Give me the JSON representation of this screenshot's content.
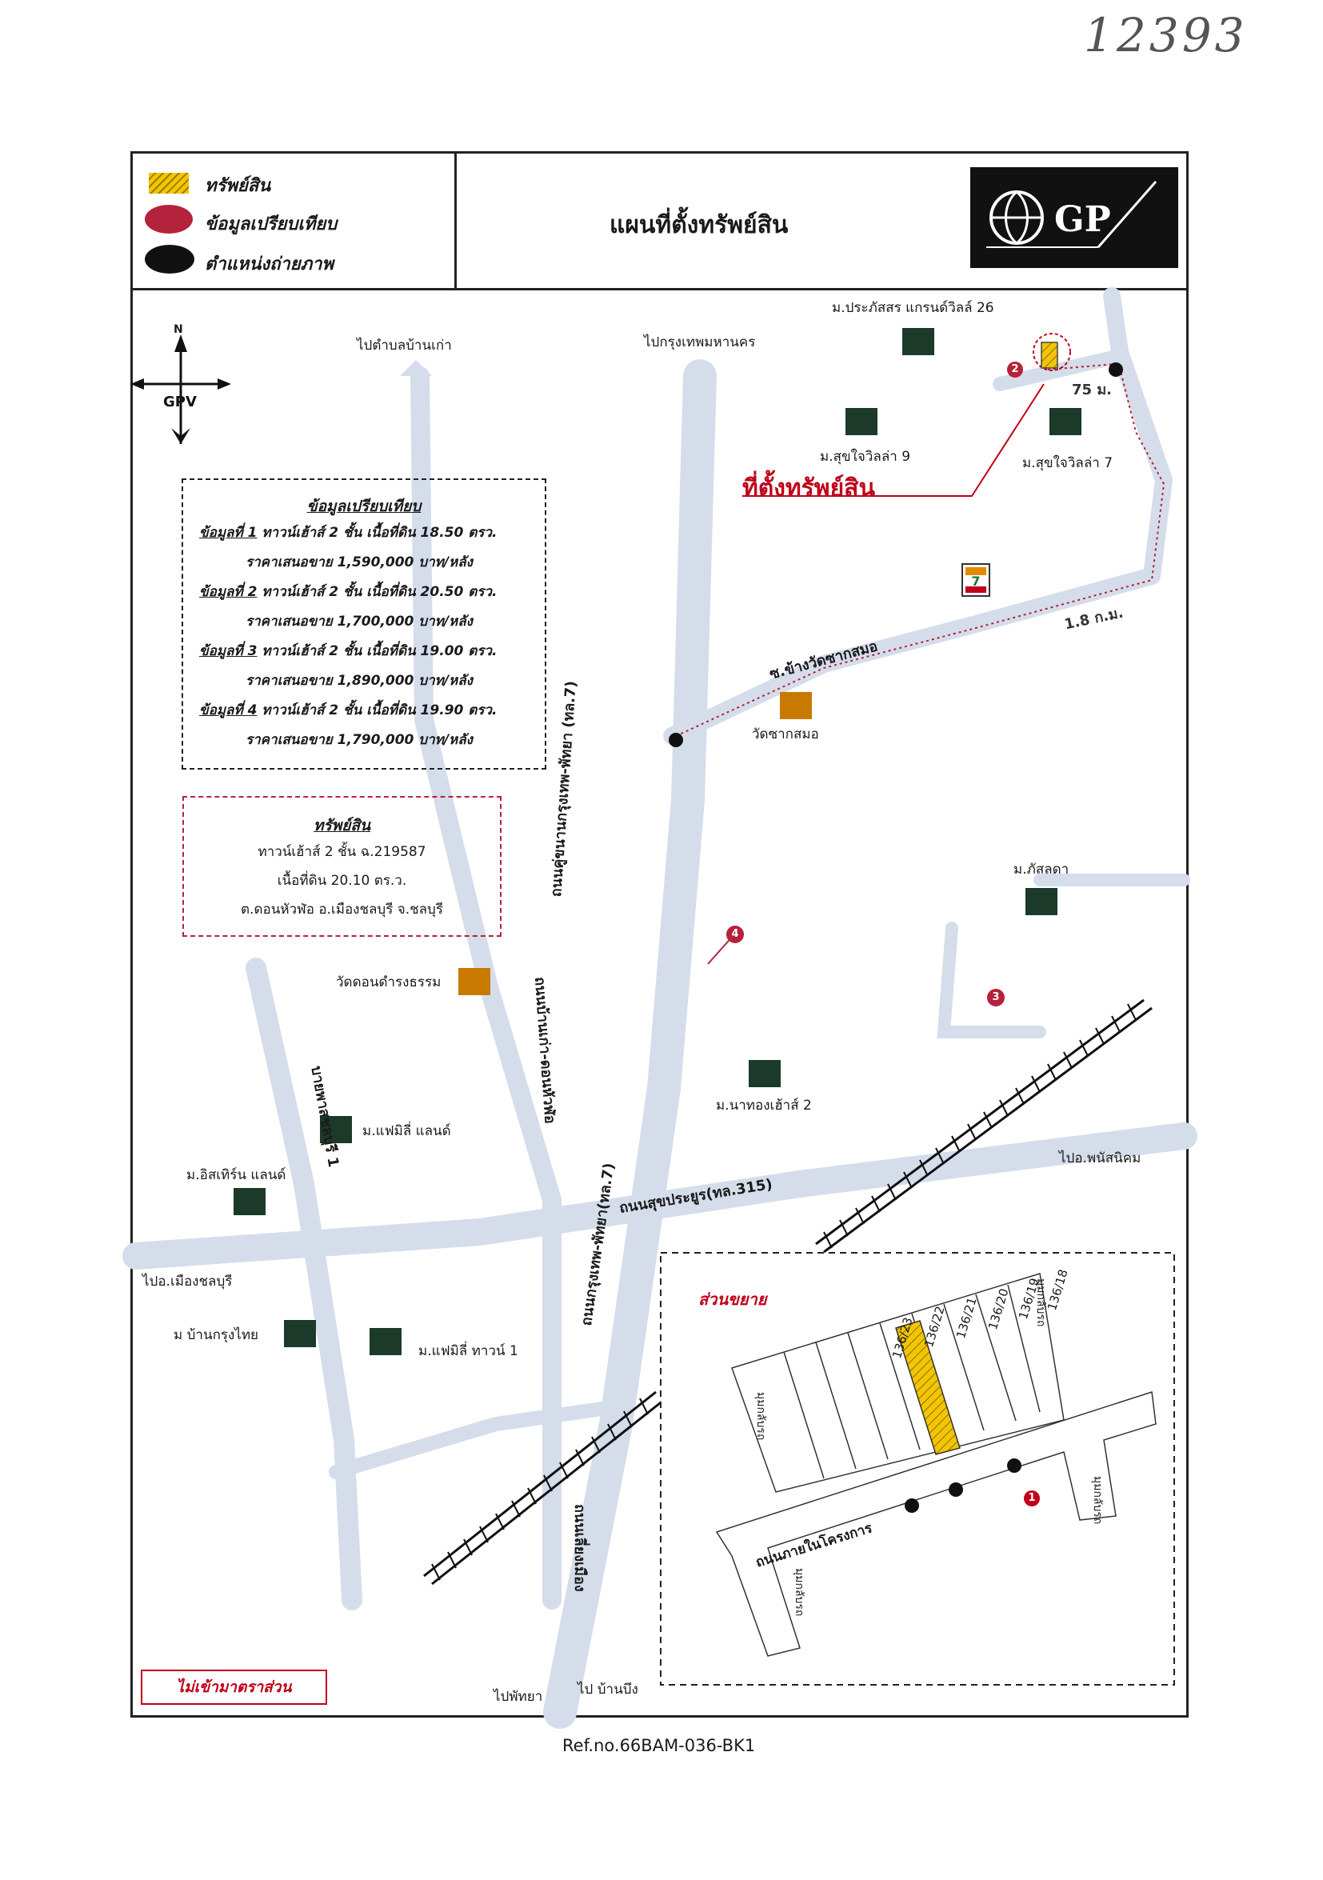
{
  "handwritten_number": "12393",
  "legend": {
    "property": "ทรัพย์สิน",
    "comparable": "ข้อมูลเปรียบเทียบ",
    "photo_position": "ตำแหน่งถ่ายภาพ"
  },
  "title": "แผนที่ตั้งทรัพย์สิน",
  "logo_text": "GP",
  "compass": {
    "north": "N",
    "brand": "GPV"
  },
  "places": {
    "to_tambon_ban_kao": "ไปตำบลบ้านเก่า",
    "to_bangkok": "ไปกรุงเทพมหานคร",
    "prapassorn": "ม.ประภัสสร แกรนด์วิลล์ 26",
    "sukjai9": "ม.สุขใจวิลล่า 9",
    "sukjai7": "ม.สุขใจวิลล่า 7",
    "property_location": "ที่ตั้งทรัพย์สิน",
    "dist_75": "75 ม.",
    "dist_18": "1.8 ก.ม.",
    "soi_wat": "ซ.ข้างวัดซากสมอ",
    "wat_sak_samo": "วัดซากสมอ",
    "bhassada": "ม.ภัสลดา",
    "wat_don": "วัดดอนดำรงธรรม",
    "na_thong": "ม.นาทองเฮ้าส์ 2",
    "family_land": "ม.แฟมิลี่ แลนด์",
    "eastern_land": "ม.อิสเทิร์น แลนด์",
    "to_phanat": "ไปอ.พนัสนิคม",
    "to_mueang": "ไปอ.เมืองชลบุรี",
    "ban_krung_thai": "ม บ้านกรุงไทย",
    "family_town": "ม.แฟมิลี่ ทาวน์ 1",
    "to_pattaya": "ไปพัทยา",
    "to_ban_bueng": "ไป บ้านบึง"
  },
  "roads": {
    "sukhumvit_parallel": "ถนนคู่ขนานกรุงเทพ-พัทยา (ทล.7)",
    "ban_kao_road": "ถนนบ้านเก่า-ดอนหัวฬ่อ",
    "bypass": "ถนนกรุงเทพ-พัทยา(ทล.7)",
    "sukprayoon": "ถนนสุขประยูร(ทล.315)",
    "bypass1": "บายพาสชลบุรี 1",
    "kao_sub_road": "ถนนเลี่ยงเมือง"
  },
  "comparables": {
    "heading": "ข้อมูลเปรียบเทียบ",
    "items": [
      {
        "label": "ข้อมูลที่ 1",
        "desc": "ทาวน์เฮ้าส์ 2 ชั้น เนื้อที่ดิน 18.50 ตรว.",
        "price": "ราคาเสนอขาย 1,590,000 บาท/หลัง"
      },
      {
        "label": "ข้อมูลที่ 2",
        "desc": "ทาวน์เฮ้าส์ 2 ชั้น เนื้อที่ดิน 20.50 ตรว.",
        "price": "ราคาเสนอขาย 1,700,000 บาท/หลัง"
      },
      {
        "label": "ข้อมูลที่ 3",
        "desc": "ทาวน์เฮ้าส์ 2 ชั้น เนื้อที่ดิน 19.00 ตรว.",
        "price": "ราคาเสนอขาย 1,890,000 บาท/หลัง"
      },
      {
        "label": "ข้อมูลที่ 4",
        "desc": "ทาวน์เฮ้าส์ 2 ชั้น เนื้อที่ดิน 19.90 ตรว.",
        "price": "ราคาเสนอขาย 1,790,000 บาท/หลัง"
      }
    ]
  },
  "property_box": {
    "heading": "ทรัพย์สิน",
    "line1": "ทาวน์เฮ้าส์ 2 ชั้น ฉ.219587",
    "line2": "เนื้อที่ดิน 20.10 ตร.ว.",
    "line3": "ต.ดอนหัวฬ่อ อ.เมืองชลบุรี จ.ชลบุรี"
  },
  "inset": {
    "title": "ส่วนขยาย",
    "road": "ถนนภายในโครงการ",
    "corner": "มุมกลับรถ",
    "lots": [
      "136/23",
      "136/22",
      "136/21",
      "136/20",
      "136/19",
      "136/18"
    ]
  },
  "markers": [
    "1",
    "2",
    "3",
    "4"
  ],
  "scale_note": "ไม่เข้ามาตราส่วน",
  "ref": "Ref.no.66BAM-036-BK1",
  "colors": {
    "road": "#cfd8e8",
    "property": "#f2c500",
    "comparable": "#b5223b",
    "accent_red": "#c0001a"
  }
}
